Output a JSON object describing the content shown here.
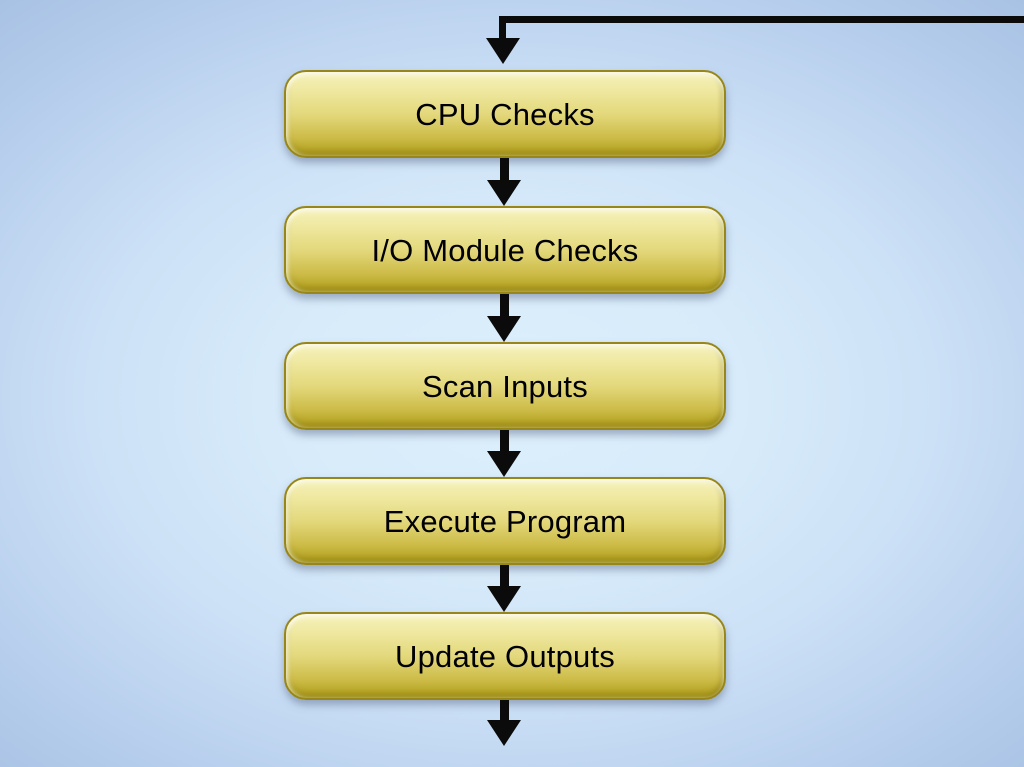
{
  "flowchart": {
    "description": "PLC operating-cycle flowchart with five sequential steps, a return loop arrow entering the top step from the right, and an exit arrow leaving the bottom step",
    "nodes": [
      {
        "id": "cpu-checks",
        "label": "CPU Checks"
      },
      {
        "id": "io-module-checks",
        "label": "I/O Module Checks"
      },
      {
        "id": "scan-inputs",
        "label": "Scan Inputs"
      },
      {
        "id": "execute-program",
        "label": "Execute Program"
      },
      {
        "id": "update-outputs",
        "label": "Update Outputs"
      }
    ],
    "connections": [
      {
        "from": "cpu-checks",
        "to": "io-module-checks",
        "type": "straight-down"
      },
      {
        "from": "io-module-checks",
        "to": "scan-inputs",
        "type": "straight-down"
      },
      {
        "from": "scan-inputs",
        "to": "execute-program",
        "type": "straight-down"
      },
      {
        "from": "execute-program",
        "to": "update-outputs",
        "type": "straight-down"
      },
      {
        "from": "offscreen-right",
        "to": "cpu-checks",
        "type": "return-loop-elbow"
      },
      {
        "from": "update-outputs",
        "to": "offscreen-bottom",
        "type": "straight-down"
      }
    ],
    "colors": {
      "background_center": "#ddeffc",
      "background_edge": "#a8c2e4",
      "node_gradient_top": "#f6f2bc",
      "node_gradient_middle": "#e3d87c",
      "node_gradient_bottom": "#af9e1f",
      "node_border": "#97861a",
      "arrow": "#0b0b0b",
      "text": "#000000"
    }
  }
}
